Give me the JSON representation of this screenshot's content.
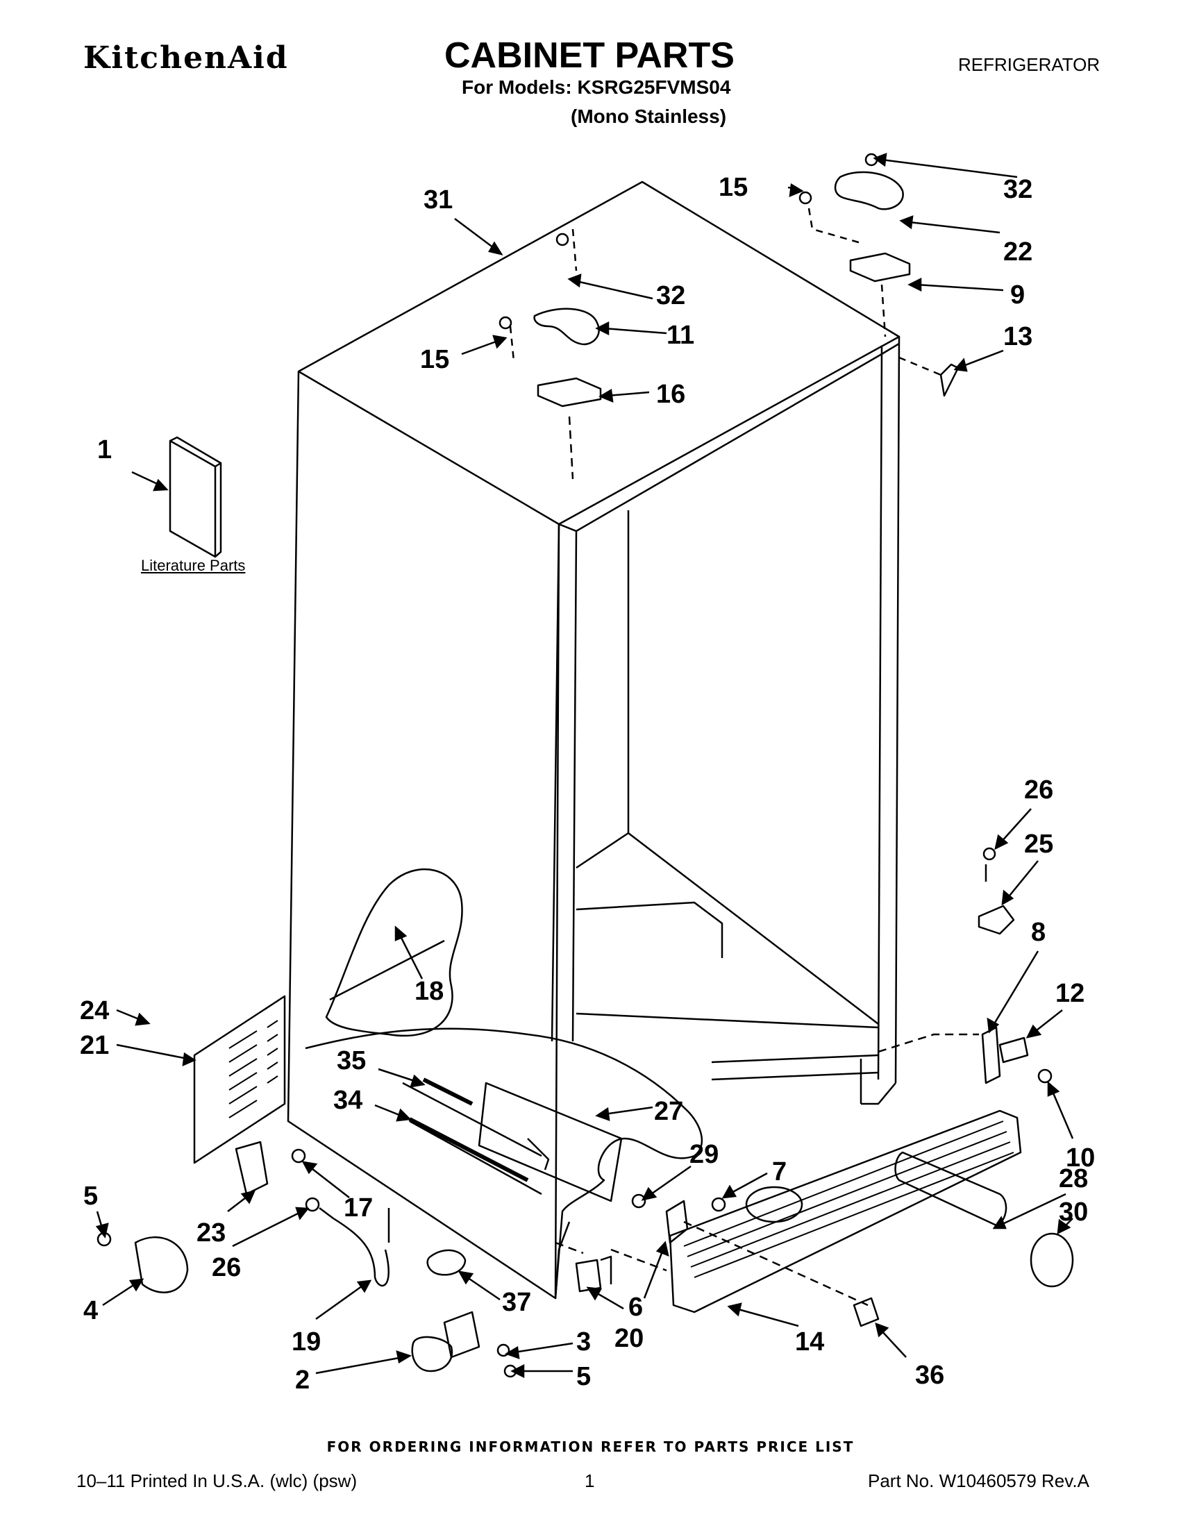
{
  "header": {
    "brand": "KitchenAid",
    "title": "CABINET PARTS",
    "models_line": "For Models: KSRG25FVMS04",
    "variant": "(Mono Stainless)",
    "category": "REFRIGERATOR"
  },
  "literature_label": "Literature Parts",
  "callouts": [
    "1",
    "31",
    "15",
    "32",
    "11",
    "16",
    "15",
    "32",
    "22",
    "9",
    "13",
    "26",
    "25",
    "8",
    "12",
    "10",
    "28",
    "30",
    "24",
    "21",
    "18",
    "35",
    "34",
    "27",
    "29",
    "7",
    "5",
    "23",
    "17",
    "26",
    "4",
    "19",
    "2",
    "3",
    "5",
    "37",
    "20",
    "6",
    "14",
    "36"
  ],
  "footer": {
    "ordering": "FOR ORDERING INFORMATION REFER TO PARTS PRICE LIST",
    "printed": "10–11 Printed In U.S.A. (wlc) (psw)",
    "page": "1",
    "part_no": "Part No. W10460579 Rev.A"
  }
}
